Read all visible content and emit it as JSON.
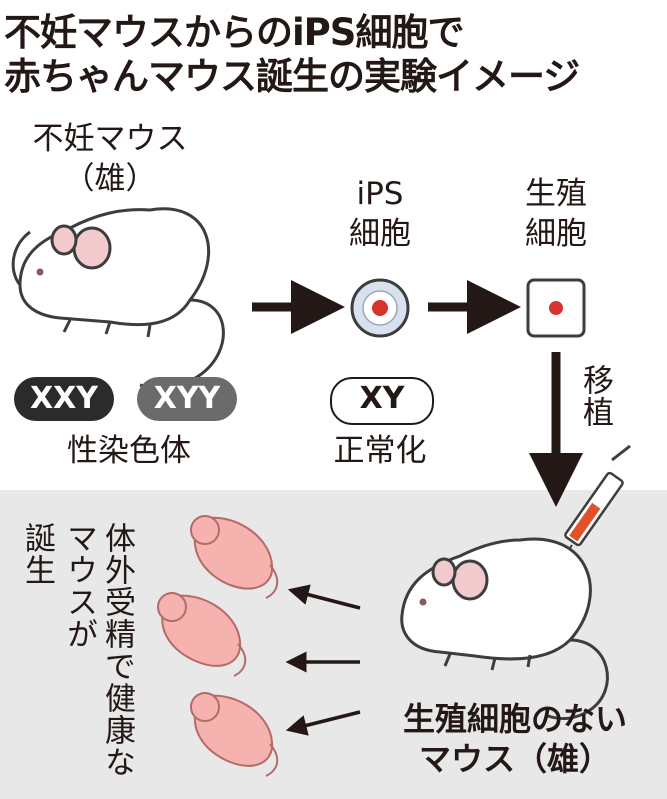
{
  "title": {
    "line1": "不妊マウスからのiPS細胞で",
    "line2": "赤ちゃんマウス誕生の実験イメージ"
  },
  "donor": {
    "label1": "不妊マウス",
    "label2": "（雄）"
  },
  "ips_cell": {
    "label1": "iPS",
    "label2": "細胞"
  },
  "germ_cell": {
    "label1": "生殖",
    "label2": "細胞"
  },
  "transplant_label": "移植",
  "chromosomes": {
    "items": [
      {
        "text": "XXY",
        "fill": "#2b2b2b"
      },
      {
        "text": "XYY",
        "fill": "#6b6b6b"
      }
    ],
    "caption": "性染色体"
  },
  "normalized": {
    "text": "XY",
    "caption": "正常化"
  },
  "result_text_1": "誕生",
  "result_text_2": "体外受精で健康なマウスが",
  "recipient": {
    "label1": "生殖細胞のない",
    "label2": "マウス（雄）"
  },
  "colors": {
    "panel": "#e8e8e8",
    "pup": "#f5b2ae",
    "arrow": "#231815",
    "cell_core": "#d8322c",
    "syringe_fluid": "#e0512a"
  }
}
